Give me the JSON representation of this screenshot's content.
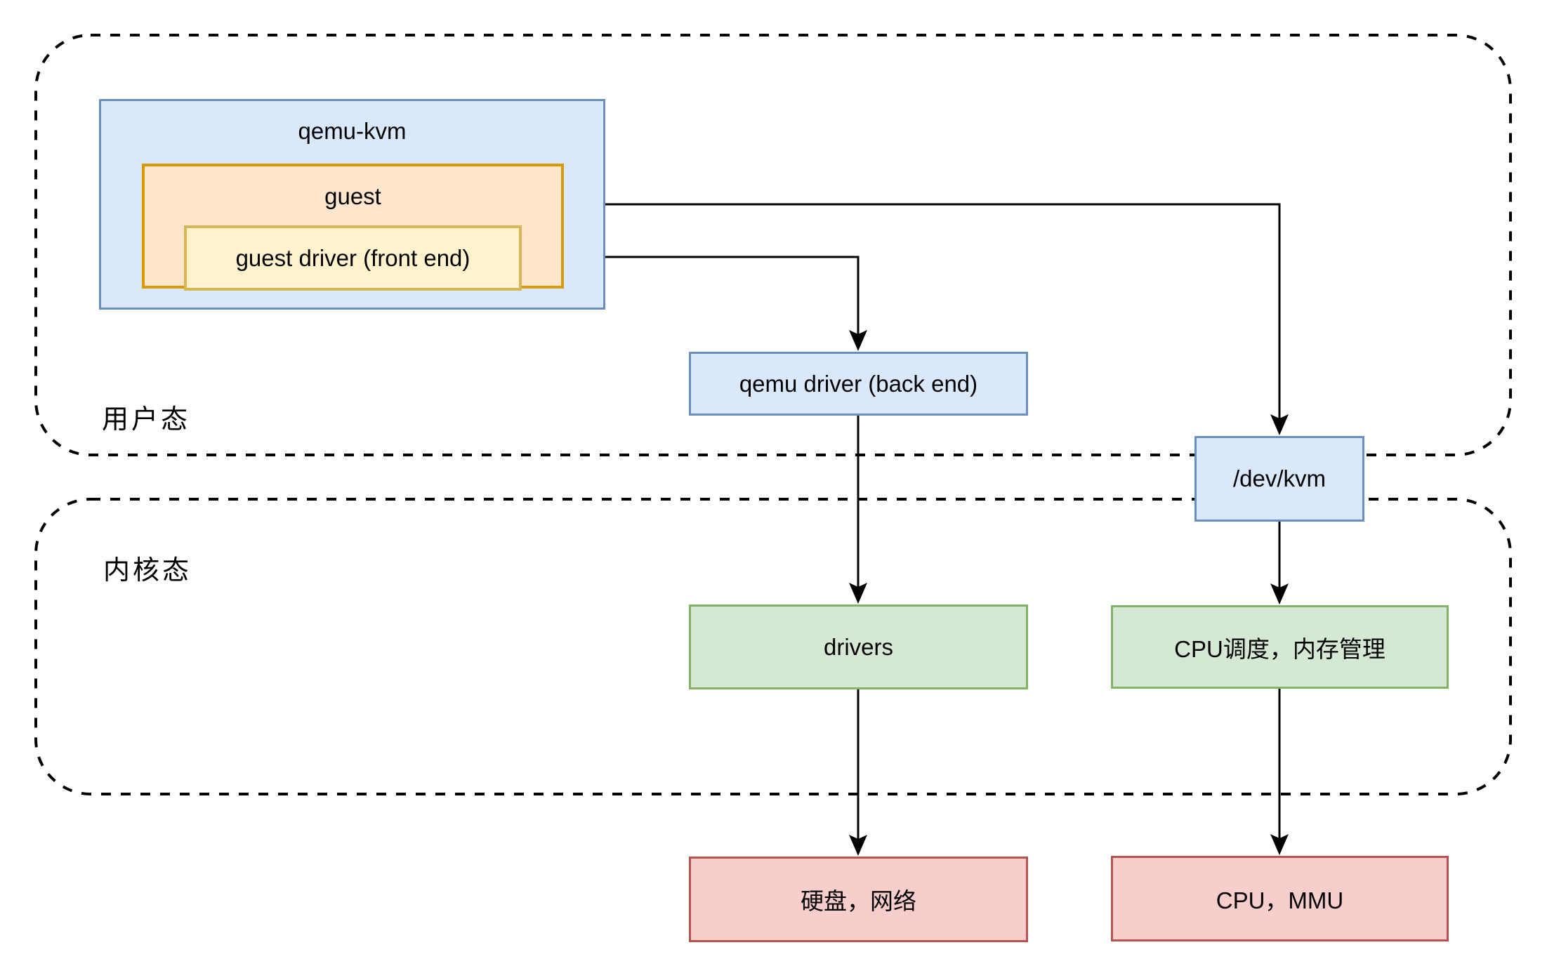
{
  "regions": {
    "user_mode": {
      "label": "用户态"
    },
    "kernel_mode": {
      "label": "内核态"
    }
  },
  "nodes": {
    "qemu_kvm": {
      "label": "qemu-kvm"
    },
    "guest": {
      "label": "guest"
    },
    "guest_driver": {
      "label": "guest driver (front end)"
    },
    "qemu_driver": {
      "label": "qemu driver (back end)"
    },
    "dev_kvm": {
      "label": "/dev/kvm"
    },
    "drivers": {
      "label": "drivers"
    },
    "cpu_sched": {
      "label": "CPU调度，内存管理"
    },
    "disk_net": {
      "label": "硬盘，网络"
    },
    "cpu_mmu": {
      "label": "CPU，MMU"
    }
  },
  "edges": [
    {
      "from": "qemu_kvm",
      "to": "dev_kvm"
    },
    {
      "from": "guest_driver",
      "to": "qemu_driver"
    },
    {
      "from": "qemu_driver",
      "to": "drivers"
    },
    {
      "from": "drivers",
      "to": "disk_net"
    },
    {
      "from": "dev_kvm",
      "to": "cpu_sched"
    },
    {
      "from": "cpu_sched",
      "to": "cpu_mmu"
    }
  ],
  "colors": {
    "background": "#ffffff",
    "line": "#000000",
    "blue_fill": "#dae8fc",
    "blue_border": "#6c8ebf",
    "orange_fill": "#ffe6cc",
    "orange_border": "#d79b00",
    "yellow_fill": "#fff2cc",
    "yellow_border": "#d6b656",
    "green_fill": "#d5e8d4",
    "green_border": "#82b366",
    "red_fill": "#f8cecc",
    "red_border": "#b85450"
  }
}
